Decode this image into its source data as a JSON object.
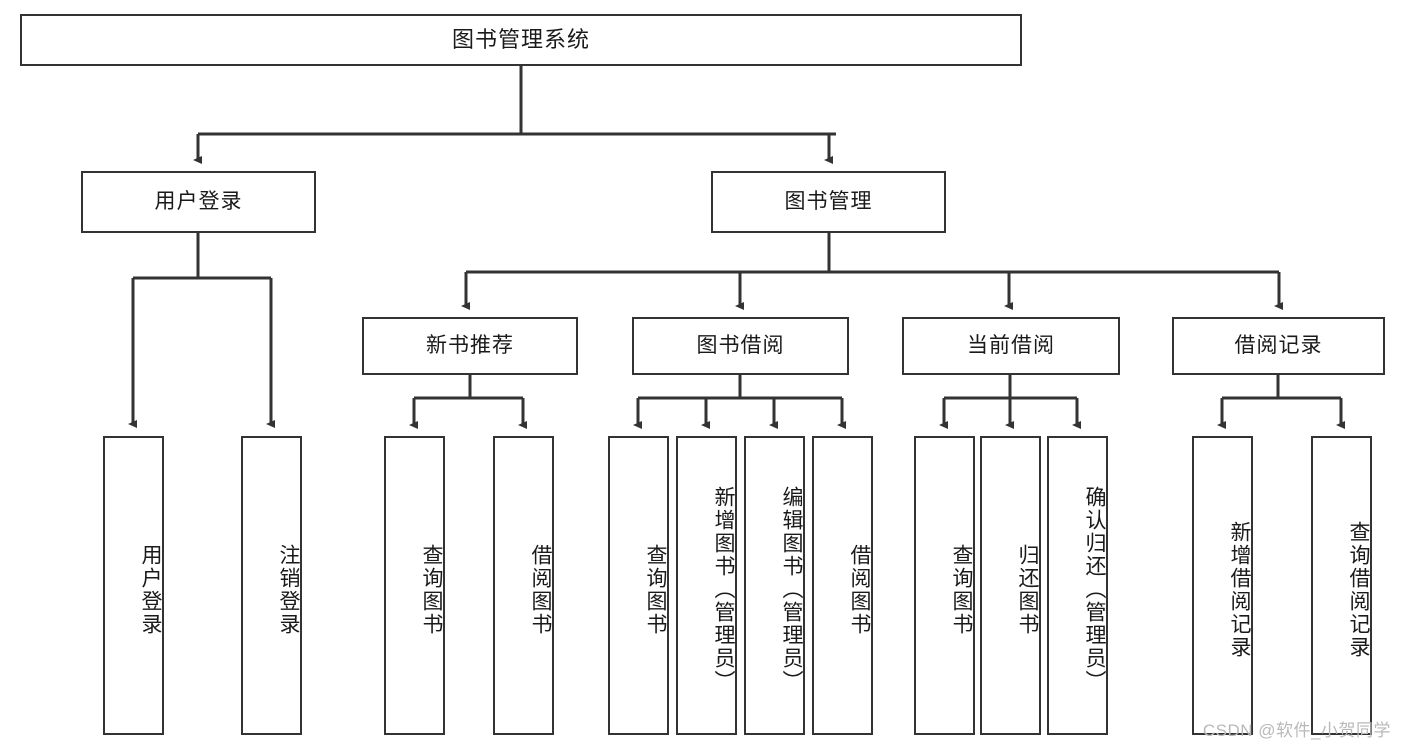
{
  "diagram": {
    "title": "图书管理系统",
    "watermark": "CSDN @软件_小贺同学",
    "root": {
      "label": "图书管理系统"
    },
    "level2": [
      {
        "label": "用户登录"
      },
      {
        "label": "图书管理"
      }
    ],
    "level3": [
      {
        "label": "新书推荐"
      },
      {
        "label": "图书借阅"
      },
      {
        "label": "当前借阅"
      },
      {
        "label": "借阅记录"
      }
    ],
    "leaves": {
      "user_login": [
        {
          "label": "用户登录"
        },
        {
          "label": "注销登录"
        }
      ],
      "new_books": [
        {
          "label": "查询图书"
        },
        {
          "label": "借阅图书"
        }
      ],
      "book_borrow": [
        {
          "label": "查询图书"
        },
        {
          "label": "新增图书（管理员）"
        },
        {
          "label": "编辑图书（管理员）"
        },
        {
          "label": "借阅图书"
        }
      ],
      "current_borrow": [
        {
          "label": "查询图书"
        },
        {
          "label": "归还图书"
        },
        {
          "label": "确认归还（管理员）"
        }
      ],
      "borrow_records": [
        {
          "label": "新增借阅记录"
        },
        {
          "label": "查询借阅记录"
        }
      ]
    },
    "colors": {
      "stroke": "#333333",
      "background": "#ffffff",
      "text": "#1a1a1a",
      "watermark": "#b9b9b9"
    }
  }
}
